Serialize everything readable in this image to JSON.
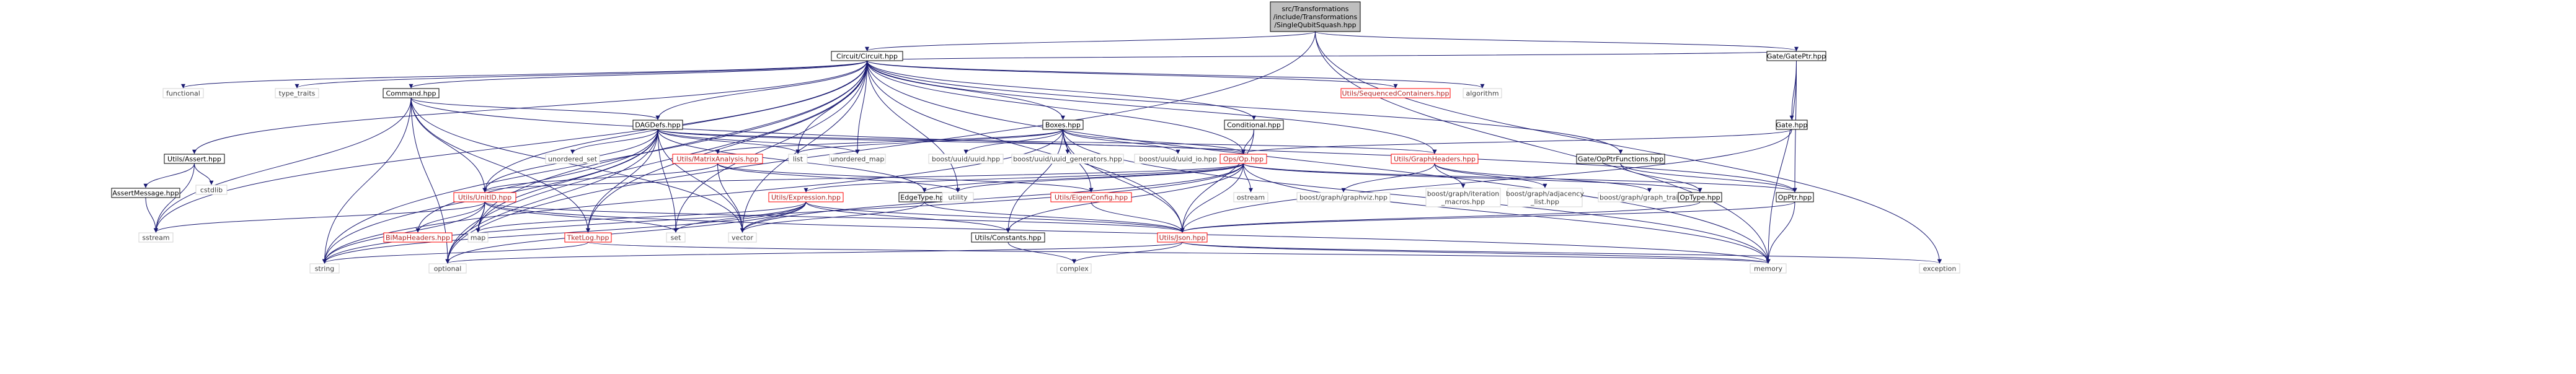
{
  "nodes": [
    {
      "id": "root",
      "lines": [
        "src/Transformations",
        "/include/Transformations",
        "/SingleQubitSquash.hpp"
      ],
      "kind": "root"
    },
    {
      "id": "circuit",
      "lines": [
        "Circuit/Circuit.hpp"
      ],
      "kind": "box"
    },
    {
      "id": "gateptr",
      "lines": [
        "Gate/GatePtr.hpp"
      ],
      "kind": "box"
    },
    {
      "id": "functional",
      "lines": [
        "functional"
      ],
      "kind": "plain"
    },
    {
      "id": "type_traits",
      "lines": [
        "type_traits"
      ],
      "kind": "plain"
    },
    {
      "id": "command",
      "lines": [
        "Command.hpp"
      ],
      "kind": "box"
    },
    {
      "id": "seqcont",
      "lines": [
        "Utils/SequencedContainers.hpp"
      ],
      "kind": "redbox"
    },
    {
      "id": "algorithm",
      "lines": [
        "algorithm"
      ],
      "kind": "plain"
    },
    {
      "id": "gate",
      "lines": [
        "Gate.hpp"
      ],
      "kind": "box"
    },
    {
      "id": "conditional",
      "lines": [
        "Conditional.hpp"
      ],
      "kind": "box"
    },
    {
      "id": "dagdefs",
      "lines": [
        "DAGDefs.hpp"
      ],
      "kind": "box"
    },
    {
      "id": "boxes",
      "lines": [
        "Boxes.hpp"
      ],
      "kind": "box"
    },
    {
      "id": "assert",
      "lines": [
        "Utils/Assert.hpp"
      ],
      "kind": "box"
    },
    {
      "id": "matrixanalysis",
      "lines": [
        "Utils/MatrixAnalysis.hpp"
      ],
      "kind": "redbox"
    },
    {
      "id": "unordered_set",
      "lines": [
        "unordered_set"
      ],
      "kind": "plain"
    },
    {
      "id": "list",
      "lines": [
        "list"
      ],
      "kind": "plain"
    },
    {
      "id": "unordered_map",
      "lines": [
        "unordered_map"
      ],
      "kind": "plain"
    },
    {
      "id": "uuid",
      "lines": [
        "boost/uuid/uuid.hpp"
      ],
      "kind": "plain"
    },
    {
      "id": "uuidgen",
      "lines": [
        "boost/uuid/uuid_generators.hpp"
      ],
      "kind": "plain"
    },
    {
      "id": "uuidio",
      "lines": [
        "boost/uuid/uuid_io.hpp"
      ],
      "kind": "plain"
    },
    {
      "id": "opop",
      "lines": [
        "Ops/Op.hpp"
      ],
      "kind": "redbox"
    },
    {
      "id": "graphheaders",
      "lines": [
        "Utils/GraphHeaders.hpp"
      ],
      "kind": "redbox"
    },
    {
      "id": "opptrfunc",
      "lines": [
        "Gate/OpPtrFunctions.hpp"
      ],
      "kind": "box"
    },
    {
      "id": "cstdlib",
      "lines": [
        "cstdlib"
      ],
      "kind": "plain"
    },
    {
      "id": "assertmsg",
      "lines": [
        "AssertMessage.hpp"
      ],
      "kind": "box"
    },
    {
      "id": "unitid",
      "lines": [
        "Utils/UnitID.hpp"
      ],
      "kind": "redbox"
    },
    {
      "id": "expression",
      "lines": [
        "Utils/Expression.hpp"
      ],
      "kind": "redbox"
    },
    {
      "id": "edgetype",
      "lines": [
        "EdgeType.hpp"
      ],
      "kind": "box"
    },
    {
      "id": "utility",
      "lines": [
        "utility"
      ],
      "kind": "plain"
    },
    {
      "id": "eigenconfig",
      "lines": [
        "Utils/EigenConfig.hpp"
      ],
      "kind": "redbox"
    },
    {
      "id": "ostream",
      "lines": [
        "ostream"
      ],
      "kind": "plain"
    },
    {
      "id": "graphviz",
      "lines": [
        "boost/graph/graphviz.hpp"
      ],
      "kind": "plain"
    },
    {
      "id": "iteration",
      "lines": [
        "boost/graph/iteration",
        "_macros.hpp"
      ],
      "kind": "plain"
    },
    {
      "id": "adjacency",
      "lines": [
        "boost/graph/adjacency",
        "_list.hpp"
      ],
      "kind": "plain"
    },
    {
      "id": "graphtraits",
      "lines": [
        "boost/graph/graph_traits.hpp"
      ],
      "kind": "plain"
    },
    {
      "id": "optype",
      "lines": [
        "OpType.hpp"
      ],
      "kind": "box"
    },
    {
      "id": "opptr",
      "lines": [
        "OpPtr.hpp"
      ],
      "kind": "box"
    },
    {
      "id": "sstream",
      "lines": [
        "sstream"
      ],
      "kind": "plain"
    },
    {
      "id": "bimap",
      "lines": [
        "BiMapHeaders.hpp"
      ],
      "kind": "redbox"
    },
    {
      "id": "map",
      "lines": [
        "map"
      ],
      "kind": "plain"
    },
    {
      "id": "tketlog",
      "lines": [
        "TketLog.hpp"
      ],
      "kind": "redbox"
    },
    {
      "id": "set",
      "lines": [
        "set"
      ],
      "kind": "plain"
    },
    {
      "id": "vector",
      "lines": [
        "vector"
      ],
      "kind": "plain"
    },
    {
      "id": "constants",
      "lines": [
        "Utils/Constants.hpp"
      ],
      "kind": "box"
    },
    {
      "id": "json",
      "lines": [
        "Utils/Json.hpp"
      ],
      "kind": "redbox"
    },
    {
      "id": "string",
      "lines": [
        "string"
      ],
      "kind": "plain"
    },
    {
      "id": "optional",
      "lines": [
        "optional"
      ],
      "kind": "plain"
    },
    {
      "id": "complex",
      "lines": [
        "complex"
      ],
      "kind": "plain"
    },
    {
      "id": "memory",
      "lines": [
        "memory"
      ],
      "kind": "plain"
    },
    {
      "id": "exception",
      "lines": [
        "exception"
      ],
      "kind": "plain"
    }
  ],
  "edges": [
    [
      "root",
      "circuit"
    ],
    [
      "root",
      "gateptr"
    ],
    [
      "root",
      "optional"
    ],
    [
      "root",
      "memory"
    ],
    [
      "root",
      "exception"
    ],
    [
      "circuit",
      "functional"
    ],
    [
      "circuit",
      "type_traits"
    ],
    [
      "circuit",
      "command"
    ],
    [
      "circuit",
      "seqcont"
    ],
    [
      "circuit",
      "algorithm"
    ],
    [
      "circuit",
      "gateptr"
    ],
    [
      "circuit",
      "conditional"
    ],
    [
      "circuit",
      "dagdefs"
    ],
    [
      "circuit",
      "boxes"
    ],
    [
      "circuit",
      "assert"
    ],
    [
      "circuit",
      "list"
    ],
    [
      "circuit",
      "unordered_map"
    ],
    [
      "circuit",
      "opop"
    ],
    [
      "circuit",
      "graphheaders"
    ],
    [
      "circuit",
      "opptrfunc"
    ],
    [
      "circuit",
      "unitid"
    ],
    [
      "circuit",
      "utility"
    ],
    [
      "circuit",
      "sstream"
    ],
    [
      "circuit",
      "map"
    ],
    [
      "circuit",
      "tketlog"
    ],
    [
      "circuit",
      "set"
    ],
    [
      "circuit",
      "vector"
    ],
    [
      "circuit",
      "json"
    ],
    [
      "circuit",
      "string"
    ],
    [
      "circuit",
      "optional"
    ],
    [
      "circuit",
      "memory"
    ],
    [
      "gateptr",
      "gate"
    ],
    [
      "gateptr",
      "opptr"
    ],
    [
      "gateptr",
      "memory"
    ],
    [
      "gate",
      "opop"
    ],
    [
      "gate",
      "json"
    ],
    [
      "command",
      "dagdefs"
    ],
    [
      "command",
      "opptr"
    ],
    [
      "command",
      "unitid"
    ],
    [
      "command",
      "sstream"
    ],
    [
      "command",
      "tketlog"
    ],
    [
      "command",
      "string"
    ],
    [
      "command",
      "optional"
    ],
    [
      "command",
      "vector"
    ],
    [
      "conditional",
      "opop"
    ],
    [
      "conditional",
      "json"
    ],
    [
      "dagdefs",
      "unordered_set"
    ],
    [
      "dagdefs",
      "list"
    ],
    [
      "dagdefs",
      "unordered_map"
    ],
    [
      "dagdefs",
      "opop"
    ],
    [
      "dagdefs",
      "graphheaders"
    ],
    [
      "dagdefs",
      "unitid"
    ],
    [
      "dagdefs",
      "edgetype"
    ],
    [
      "dagdefs",
      "map"
    ],
    [
      "dagdefs",
      "set"
    ],
    [
      "dagdefs",
      "vector"
    ],
    [
      "dagdefs",
      "tketlog"
    ],
    [
      "dagdefs",
      "string"
    ],
    [
      "dagdefs",
      "optional"
    ],
    [
      "dagdefs",
      "bimap"
    ],
    [
      "boxes",
      "matrixanalysis"
    ],
    [
      "boxes",
      "uuid"
    ],
    [
      "boxes",
      "uuidgen"
    ],
    [
      "boxes",
      "uuidio"
    ],
    [
      "boxes",
      "opop"
    ],
    [
      "boxes",
      "eigenconfig"
    ],
    [
      "boxes",
      "json"
    ],
    [
      "boxes",
      "constants"
    ],
    [
      "boxes",
      "memory"
    ],
    [
      "boxes",
      "list"
    ],
    [
      "boxes",
      "string"
    ],
    [
      "assert",
      "cstdlib"
    ],
    [
      "assert",
      "assertmsg"
    ],
    [
      "assert",
      "sstream"
    ],
    [
      "assertmsg",
      "sstream"
    ],
    [
      "matrixanalysis",
      "unitid"
    ],
    [
      "matrixanalysis",
      "eigenconfig"
    ],
    [
      "matrixanalysis",
      "vector"
    ],
    [
      "matrixanalysis",
      "utility"
    ],
    [
      "opop",
      "unitid"
    ],
    [
      "opop",
      "expression"
    ],
    [
      "opop",
      "edgetype"
    ],
    [
      "opop",
      "utility"
    ],
    [
      "opop",
      "ostream"
    ],
    [
      "opop",
      "json"
    ],
    [
      "opop",
      "constants"
    ],
    [
      "opop",
      "optype"
    ],
    [
      "opop",
      "opptr"
    ],
    [
      "opop",
      "memory"
    ],
    [
      "opop",
      "string"
    ],
    [
      "opop",
      "vector"
    ],
    [
      "graphheaders",
      "graphviz"
    ],
    [
      "graphheaders",
      "iteration"
    ],
    [
      "graphheaders",
      "adjacency"
    ],
    [
      "graphheaders",
      "graphtraits"
    ],
    [
      "opptrfunc",
      "optype"
    ],
    [
      "opptrfunc",
      "opptr"
    ],
    [
      "unitid",
      "bimap"
    ],
    [
      "unitid",
      "map"
    ],
    [
      "unitid",
      "set"
    ],
    [
      "unitid",
      "sstream"
    ],
    [
      "unitid",
      "string"
    ],
    [
      "unitid",
      "optional"
    ],
    [
      "unitid",
      "json"
    ],
    [
      "unitid",
      "memory"
    ],
    [
      "expression",
      "json"
    ],
    [
      "expression",
      "constants"
    ],
    [
      "expression",
      "set"
    ],
    [
      "expression",
      "map"
    ],
    [
      "expression",
      "vector"
    ],
    [
      "expression",
      "optional"
    ],
    [
      "expression",
      "string"
    ],
    [
      "edgetype",
      "json"
    ],
    [
      "edgetype",
      "vector"
    ],
    [
      "eigenconfig",
      "json"
    ],
    [
      "optype",
      "json"
    ],
    [
      "opptr",
      "json"
    ],
    [
      "opptr",
      "memory"
    ],
    [
      "tketlog",
      "memory"
    ],
    [
      "tketlog",
      "string"
    ],
    [
      "constants",
      "complex"
    ],
    [
      "json",
      "complex"
    ],
    [
      "json",
      "optional"
    ],
    [
      "json",
      "exception"
    ],
    [
      "json",
      "memory"
    ]
  ]
}
